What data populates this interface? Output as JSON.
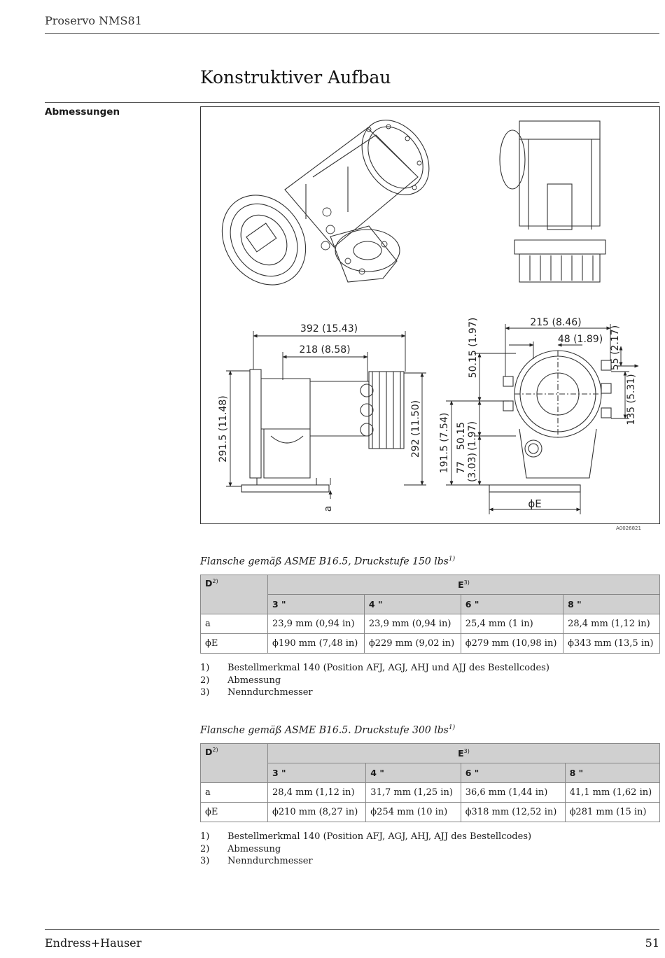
{
  "header": {
    "title": "Proservo NMS81"
  },
  "section": {
    "title": "Konstruktiver Aufbau",
    "side_label": "Abmessungen"
  },
  "figure": {
    "id": "A0026821",
    "dims": {
      "d392": "392 (15.43)",
      "d218": "218 (8.58)",
      "d2915": "291.5 (11.48)",
      "d292": "292 (11.50)",
      "a": "a",
      "d1915": "191.5 (7.54)",
      "d5015_top": "50.15 (1.97)",
      "d5015_mid_a": "50.15",
      "d5015_mid_b": "(1.97)",
      "d77_a": "77",
      "d77_b": "(3.03)",
      "d215": "215 (8.46)",
      "d48": "48 (1.89)",
      "d55": "55 (2.17)",
      "d135": "135 (5.31)",
      "phiE": "ϕE"
    }
  },
  "table1": {
    "caption": "Flansche gemäß ASME B16.5, Druckstufe 150 lbs",
    "caption_sup": "1)",
    "d_header": "D",
    "d_sup": "2)",
    "e_header": "E",
    "e_sup": "3)",
    "sizes": [
      "3 \"",
      "4 \"",
      "6 \"",
      "8 \""
    ],
    "rows": [
      {
        "label": "a",
        "values": [
          "23,9 mm (0,94 in)",
          "23,9 mm (0,94 in)",
          "25,4 mm (1 in)",
          "28,4 mm (1,12 in)"
        ]
      },
      {
        "label": "ϕE",
        "values": [
          "ϕ190 mm (7,48 in)",
          "ϕ229 mm (9,02 in)",
          "ϕ279 mm (10,98 in)",
          "ϕ343 mm (13,5 in)"
        ]
      }
    ],
    "notes": [
      {
        "num": "1)",
        "text": "Bestellmerkmal 140 (Position AFJ, AGJ, AHJ und AJJ des Bestellcodes)"
      },
      {
        "num": "2)",
        "text": "Abmessung"
      },
      {
        "num": "3)",
        "text": "Nenndurchmesser"
      }
    ]
  },
  "table2": {
    "caption": "Flansche gemäß ASME B16.5. Druckstufe 300 lbs",
    "caption_sup": "1)",
    "d_header": "D",
    "d_sup": "2)",
    "e_header": "E",
    "e_sup": "3)",
    "sizes": [
      "3 \"",
      "4 \"",
      "6 \"",
      "8 \""
    ],
    "rows": [
      {
        "label": "a",
        "values": [
          "28,4 mm (1,12 in)",
          "31,7 mm (1,25 in)",
          "36,6 mm (1,44 in)",
          "41,1 mm (1,62 in)"
        ]
      },
      {
        "label": "ϕE",
        "values": [
          "ϕ210 mm (8,27 in)",
          "ϕ254 mm (10 in)",
          "ϕ318 mm (12,52 in)",
          "ϕ281 mm (15 in)"
        ]
      }
    ],
    "notes": [
      {
        "num": "1)",
        "text": "Bestellmerkmal 140 (Position AFJ, AGJ, AHJ, AJJ des Bestellcodes)"
      },
      {
        "num": "2)",
        "text": "Abmessung"
      },
      {
        "num": "3)",
        "text": "Nenndurchmesser"
      }
    ]
  },
  "footer": {
    "brand": "Endress+Hauser",
    "page": "51"
  }
}
